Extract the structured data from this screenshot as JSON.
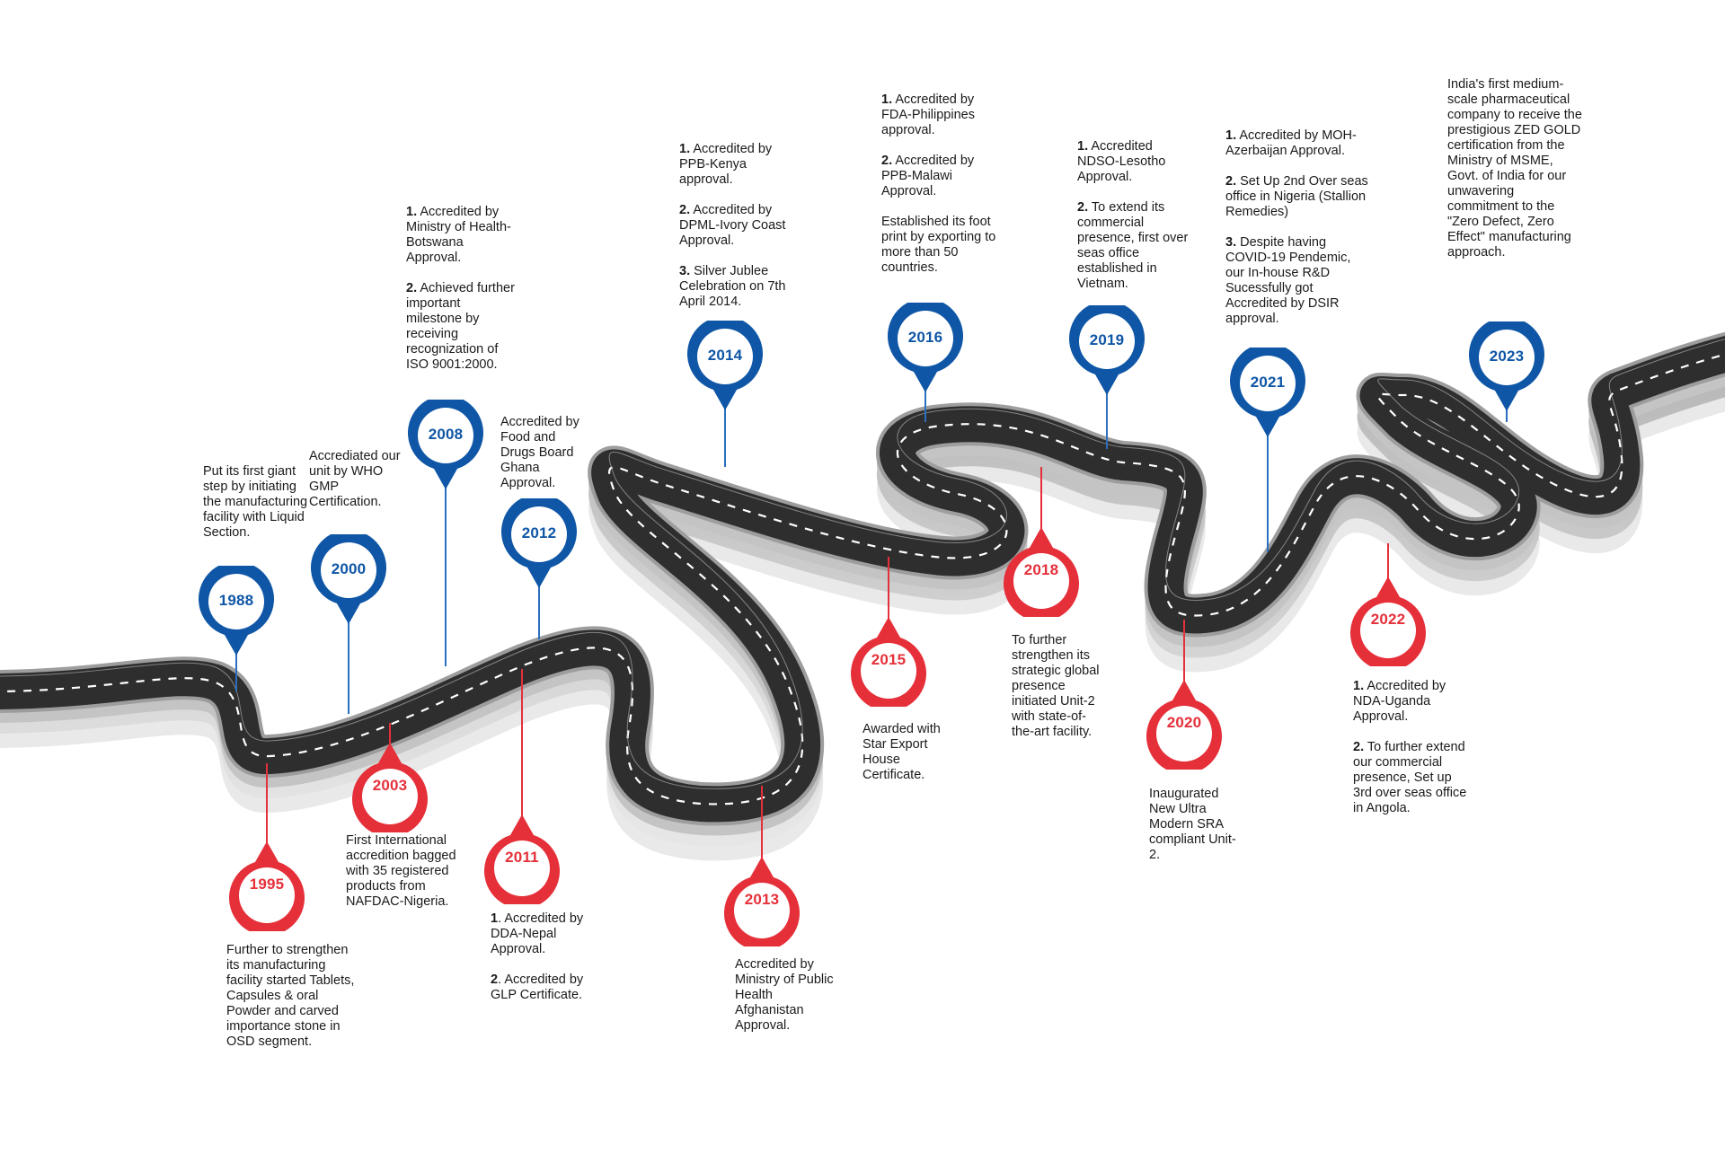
{
  "colors": {
    "blue": "#0f56a6",
    "red": "#e5303a",
    "road": "#2e2e2e",
    "road_edge": "#a9a9a9"
  },
  "milestones": [
    {
      "year": "1988",
      "color": "blue",
      "entries": [
        "Put its first giant step by initiating the manufacturing facility with Liquid Section."
      ]
    },
    {
      "year": "1995",
      "color": "red",
      "entries": [
        "Further to strengthen its manufacturing facility started Tablets, Capsules & oral Powder and carved importance stone in OSD segment."
      ]
    },
    {
      "year": "2000",
      "color": "blue",
      "entries": [
        "Accrediated our unit by WHO GMP Certification."
      ]
    },
    {
      "year": "2003",
      "color": "red",
      "entries": [
        "First International accredition bagged with 35 registered products from NAFDAC-Nigeria."
      ]
    },
    {
      "year": "2008",
      "color": "blue",
      "entries": [
        {
          "num": "1.",
          "text": "Accredited by Ministry of Health-Botswana Approval."
        },
        {
          "num": "2.",
          "text": "Achieved further important milestone by receiving recognization of ISO 9001:2000."
        }
      ]
    },
    {
      "year": "2011",
      "color": "red",
      "entries": [
        {
          "num": "1",
          "text": ". Accredited by DDA-Nepal Approval."
        },
        {
          "num": "2",
          "text": ". Accredited by GLP Certificate."
        }
      ]
    },
    {
      "year": "2012",
      "color": "blue",
      "entries": [
        "Accredited by Food and Drugs Board Ghana Approval."
      ]
    },
    {
      "year": "2013",
      "color": "red",
      "entries": [
        "Accredited by Ministry of Public Health Afghanistan Approval."
      ]
    },
    {
      "year": "2014",
      "color": "blue",
      "entries": [
        {
          "num": "1.",
          "text": "Accredited by PPB-Kenya approval."
        },
        {
          "num": "2.",
          "text": "Accredited by DPML-Ivory Coast Approval."
        },
        {
          "num": "3.",
          "text": "Silver Jublee Celebration on 7th April 2014."
        }
      ]
    },
    {
      "year": "2015",
      "color": "red",
      "entries": [
        "Awarded with Star Export House Certificate."
      ]
    },
    {
      "year": "2016",
      "color": "blue",
      "entries": [
        {
          "num": "1.",
          "text": "Accredited by FDA-Philippines approval."
        },
        {
          "num": "2.",
          "text": "Accredited by PPB-Malawi Approval."
        },
        "Established its foot print by exporting to more than 50 countries."
      ]
    },
    {
      "year": "2018",
      "color": "red",
      "entries": [
        "To further strengthen its strategic global presence initiated Unit-2 with state-of-the-art facility."
      ]
    },
    {
      "year": "2019",
      "color": "blue",
      "entries": [
        {
          "num": "1.",
          "text": "Accredited NDSO-Lesotho Approval."
        },
        {
          "num": "2.",
          "text": "To extend its commercial presence, first over seas office established in Vietnam."
        }
      ]
    },
    {
      "year": "2020",
      "color": "red",
      "entries": [
        "Inaugurated New Ultra Modern SRA compliant Unit-2."
      ]
    },
    {
      "year": "2021",
      "color": "blue",
      "entries": [
        {
          "num": "1.",
          "text": "Accredited by MOH-Azerbaijan Approval."
        },
        {
          "num": "2.",
          "text": "Set Up 2nd Over seas office in Nigeria (Stallion Remedies)"
        },
        {
          "num": "3.",
          "text": "Despite having COVID-19 Pendemic, our In-house R&D Sucessfully got Accredited by DSIR approval."
        }
      ]
    },
    {
      "year": "2022",
      "color": "red",
      "entries": [
        {
          "num": "1.",
          "text": "Accredited by NDA-Uganda Approval."
        },
        {
          "num": "2.",
          "text": "To further extend our commercial presence, Set up 3rd over seas office in Angola."
        }
      ]
    },
    {
      "year": "2023",
      "color": "blue",
      "entries": [
        "India's first medium-scale pharmaceutical company to receive the prestigious ZED GOLD certification from the Ministry of MSME, Govt. of India for our unwavering commitment to the \"Zero Defect, Zero Effect\" manufacturing approach."
      ]
    }
  ]
}
